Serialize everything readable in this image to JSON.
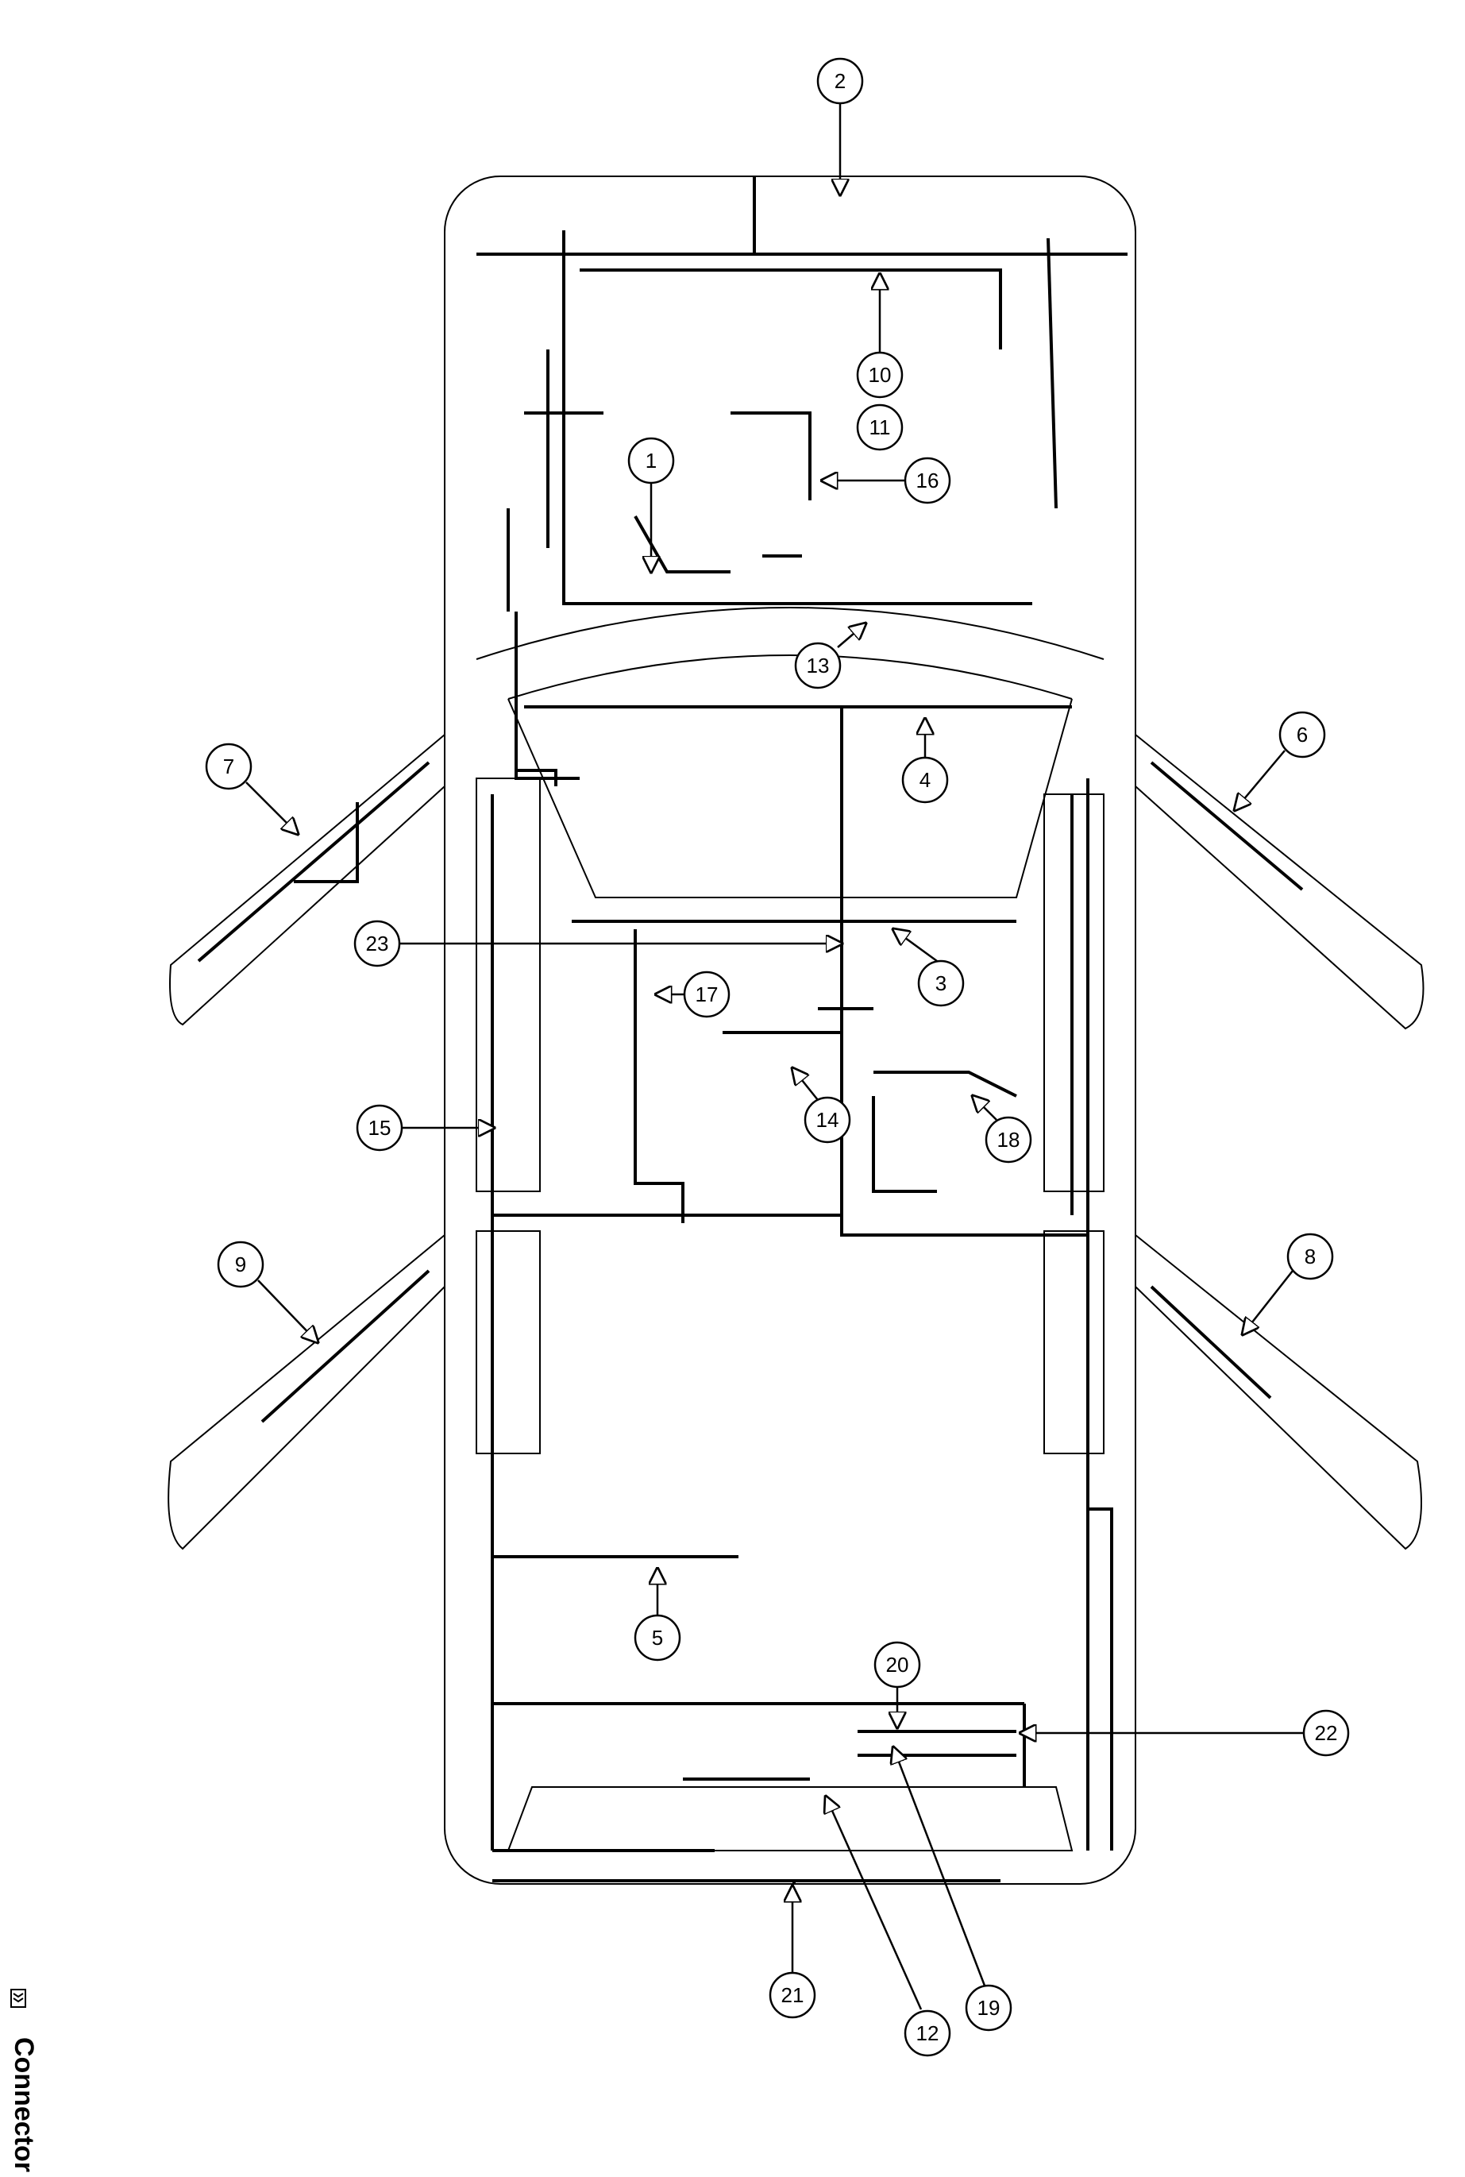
{
  "callouts": [
    {
      "id": "1",
      "label": "1"
    },
    {
      "id": "2",
      "label": "2"
    },
    {
      "id": "3",
      "label": "3"
    },
    {
      "id": "4",
      "label": "4"
    },
    {
      "id": "5",
      "label": "5"
    },
    {
      "id": "6",
      "label": "6"
    },
    {
      "id": "7",
      "label": "7"
    },
    {
      "id": "8",
      "label": "8"
    },
    {
      "id": "9",
      "label": "9"
    },
    {
      "id": "10",
      "label": "10"
    },
    {
      "id": "11",
      "label": "11"
    },
    {
      "id": "12",
      "label": "12"
    },
    {
      "id": "13",
      "label": "13"
    },
    {
      "id": "14",
      "label": "14"
    },
    {
      "id": "15",
      "label": "15"
    },
    {
      "id": "16",
      "label": "16"
    },
    {
      "id": "17",
      "label": "17"
    },
    {
      "id": "18",
      "label": "18"
    },
    {
      "id": "19",
      "label": "19"
    },
    {
      "id": "20",
      "label": "20"
    },
    {
      "id": "21",
      "label": "21"
    },
    {
      "id": "22",
      "label": "22"
    },
    {
      "id": "23",
      "label": "23"
    }
  ],
  "legend": {
    "symbol_name": "connector-icon",
    "label": "Connector"
  }
}
